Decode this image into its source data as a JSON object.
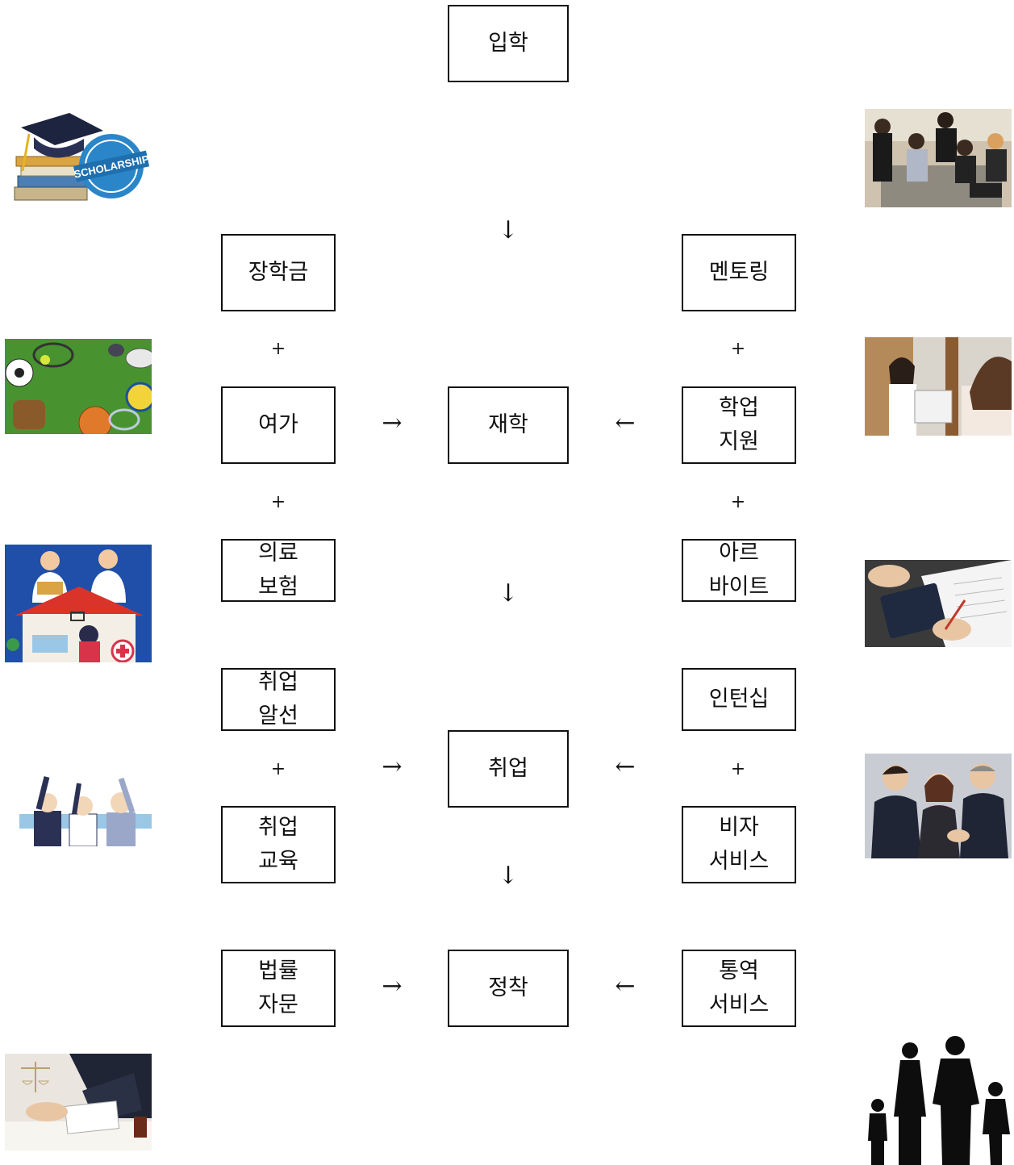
{
  "nodes": {
    "admission": "입학",
    "scholarship": "장학금",
    "mentoring": "멘토링",
    "leisure": "여가",
    "enrolled": "재학",
    "academic_support": [
      "학업",
      "지원"
    ],
    "medical_insurance": [
      "의료",
      "보험"
    ],
    "part_time_job": [
      "아르",
      "바이트"
    ],
    "job_placement": [
      "취업",
      "알선"
    ],
    "internship": "인턴십",
    "employment": "취업",
    "job_training": [
      "취업",
      "교육"
    ],
    "visa_service": [
      "비자",
      "서비스"
    ],
    "legal_advice": [
      "법률",
      "자문"
    ],
    "settlement": "정착",
    "interpretation_service": [
      "통역",
      "서비스"
    ]
  },
  "symbols": {
    "plus": "+",
    "down": "↓",
    "right": "→",
    "left": "←"
  },
  "images": {
    "scholarship_badge_text": "SCHOLARSHIP"
  },
  "colors": {
    "border": "#111111",
    "badge_blue": "#2a86c8",
    "grass_green": "#3f8a2b",
    "medical_blue": "#1f4fa8"
  }
}
